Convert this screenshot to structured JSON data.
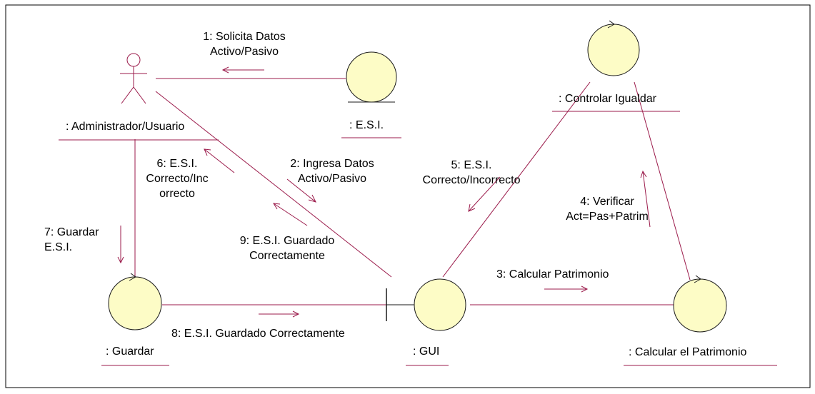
{
  "colors": {
    "line": "#9b1b4b",
    "object_fill": "#fdfcc6",
    "object_stroke": "#1a1a1a",
    "text": "#000000",
    "frame": "#000000"
  },
  "actor": {
    "label": ": Administrador/Usuario"
  },
  "objects": {
    "esi": ": E.S.I.",
    "controlar": ": Controlar Igualdar",
    "guardar": ": Guardar",
    "gui": ": GUI",
    "calcular": ": Calcular el Patrimonio"
  },
  "messages": {
    "m1": [
      "1: Solicita Datos",
      "Activo/Pasivo"
    ],
    "m2": [
      "2: Ingresa Datos",
      "Activo/Pasivo"
    ],
    "m3": [
      "3: Calcular Patrimonio"
    ],
    "m4": [
      "4: Verificar",
      "Act=Pas+Patrim"
    ],
    "m5": [
      "5: E.S.I.",
      "Correcto/Incorrecto"
    ],
    "m6": [
      "6: E.S.I.",
      "Correcto/Inc",
      "orrecto"
    ],
    "m7": [
      "7: Guardar",
      "E.S.I."
    ],
    "m8": [
      "8: E.S.I. Guardado Correctamente"
    ],
    "m9": [
      "9: E.S.I. Guardado",
      "Correctamente"
    ]
  }
}
